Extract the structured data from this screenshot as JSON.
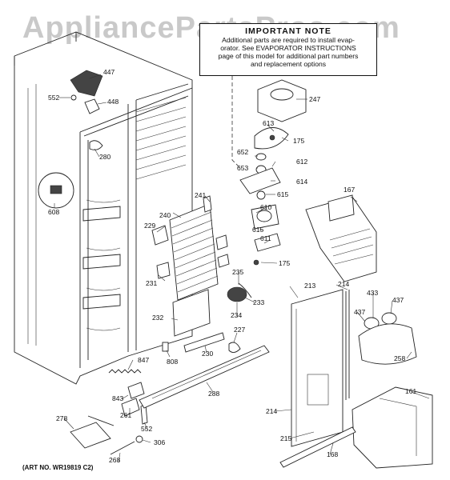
{
  "watermark": "AppliancePartsPros.com",
  "note": {
    "title": "IMPORTANT NOTE",
    "lines": [
      "Additional parts are required to install evap-",
      "orator.  See EVAPORATOR INSTRUCTIONS",
      "page of this model for additional part numbers",
      "and replacement options"
    ]
  },
  "art_number": "(ART NO. WR19819 C2)",
  "callouts": [
    "447",
    "552",
    "448",
    "280",
    "608",
    "247",
    "613",
    "175",
    "652",
    "612",
    "653",
    "614",
    "615",
    "241",
    "240",
    "229",
    "610",
    "615",
    "611",
    "175",
    "167",
    "231",
    "235",
    "213",
    "214",
    "433",
    "437",
    "437",
    "233",
    "232",
    "234",
    "227",
    "808",
    "230",
    "258",
    "847",
    "843",
    "261",
    "288",
    "214",
    "161",
    "278",
    "552",
    "306",
    "268",
    "215",
    "168"
  ]
}
